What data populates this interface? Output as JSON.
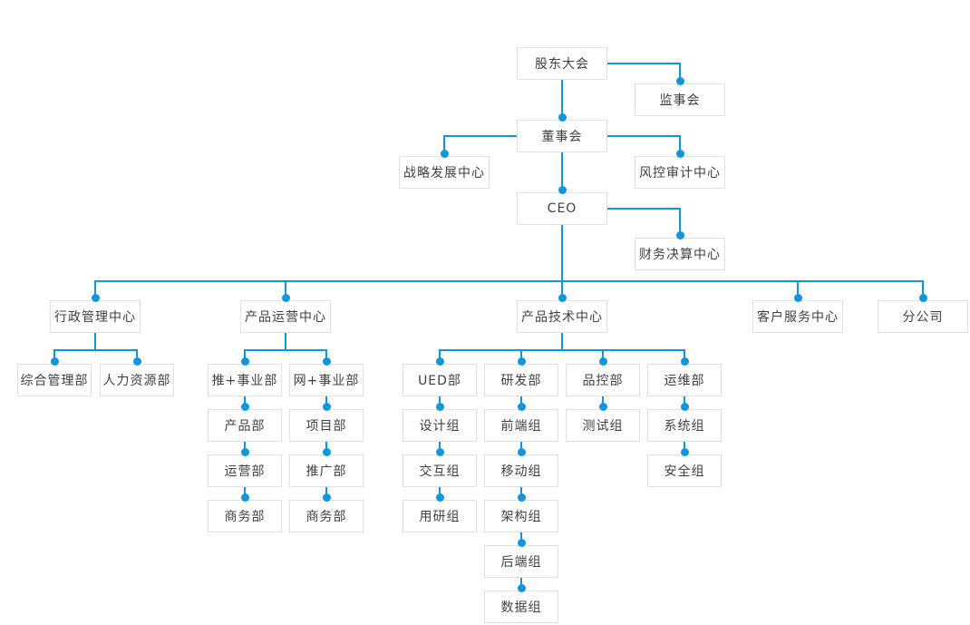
{
  "org_chart": {
    "nodes": {
      "shareholders_meeting": "股东大会",
      "supervisory_board": "监事会",
      "board_of_directors": "董事会",
      "strategic_dev_center": "战略发展中心",
      "risk_audit_center": "风控审计中心",
      "ceo": "CEO",
      "finance_center": "财务决算中心",
      "admin_center": "行政管理中心",
      "product_ops_center": "产品运营中心",
      "product_tech_center": "产品技术中心",
      "customer_service_center": "客户服务中心",
      "branch_company": "分公司",
      "general_mgmt_dept": "综合管理部",
      "hr_dept": "人力资源部",
      "tui_business_dept": "推+事业部",
      "wang_business_dept": "网+事业部",
      "ued_dept": "UED部",
      "rd_dept": "研发部",
      "qc_dept": "品控部",
      "om_dept": "运维部",
      "product_dept": "产品部",
      "project_dept": "项目部",
      "design_group": "设计组",
      "frontend_group": "前端组",
      "test_group": "测试组",
      "system_group": "系统组",
      "operations_dept": "运营部",
      "promotion_dept": "推广部",
      "interaction_group": "交互组",
      "mobile_group": "移动组",
      "security_group": "安全组",
      "business_dept_tui": "商务部",
      "business_dept_wang": "商务部",
      "user_research_group": "用研组",
      "architecture_group": "架构组",
      "backend_group": "后端组",
      "data_group": "数据组"
    },
    "colors": {
      "connector": "#1296db",
      "node_border": "#e0e0e0",
      "node_background": "#ffffff",
      "node_text": "#404040",
      "canvas_background": "#ffffff"
    }
  }
}
